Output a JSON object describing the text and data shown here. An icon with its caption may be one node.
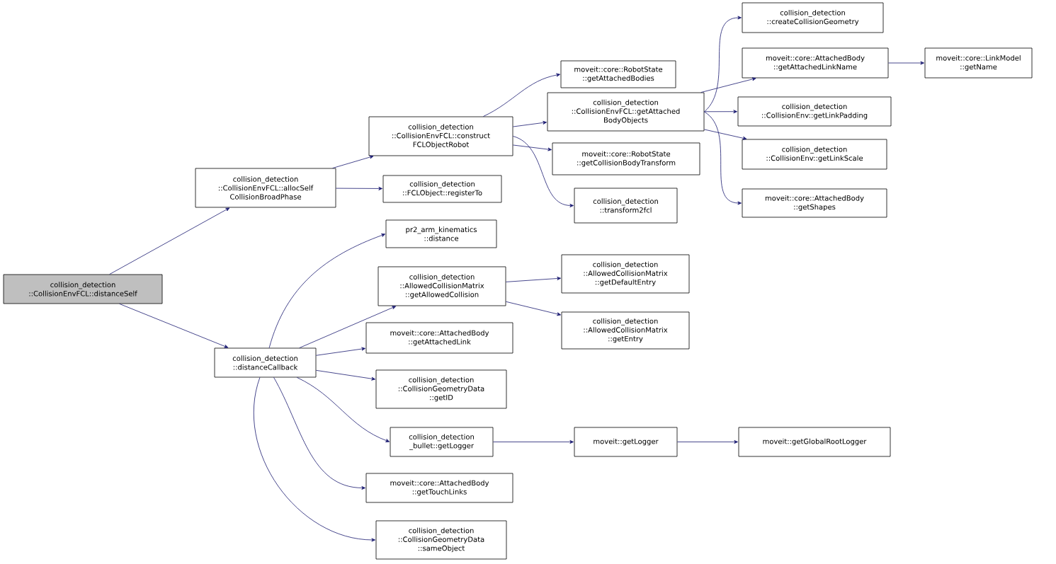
{
  "diagram": {
    "nodes": [
      {
        "text": [
          "collision_detection ::CollisionEnvFCL::distanceSelf"
        ]
      },
      {
        "text": [
          "collision_detection ::CollisionEnvFCL::allocSelf CollisionBroadPhase"
        ]
      },
      {
        "text": [
          "collision_detection ::distanceCallback"
        ]
      },
      {
        "text": [
          "collision_detection ::CollisionEnvFCL::construct FCLObjectRobot"
        ]
      },
      {
        "text": [
          "collision_detection ::FCLObject::registerTo"
        ]
      },
      {
        "text": [
          "moveit::core::RobotState ::getAttachedBodies"
        ]
      },
      {
        "text": [
          "collision_detection ::CollisionEnvFCL::getAttached BodyObjects"
        ]
      },
      {
        "text": [
          "moveit::core::RobotState ::getCollisionBodyTransform"
        ]
      },
      {
        "text": [
          "collision_detection ::transform2fcl"
        ]
      },
      {
        "text": [
          "collision_detection ::createCollisionGeometry"
        ]
      },
      {
        "text": [
          "moveit::core::AttachedBody ::getAttachedLinkName"
        ]
      },
      {
        "text": [
          "moveit::core::LinkModel ::getName"
        ]
      },
      {
        "text": [
          "collision_detection ::CollisionEnv::getLinkPadding"
        ]
      },
      {
        "text": [
          "collision_detection ::CollisionEnv::getLinkScale"
        ]
      },
      {
        "text": [
          "moveit::core::AttachedBody ::getShapes"
        ]
      },
      {
        "text": [
          "pr2_arm_kinematics ::distance"
        ]
      },
      {
        "text": [
          "collision_detection ::AllowedCollisionMatrix ::getAllowedCollision"
        ]
      },
      {
        "text": [
          "collision_detection ::AllowedCollisionMatrix ::getDefaultEntry"
        ]
      },
      {
        "text": [
          "collision_detection ::AllowedCollisionMatrix ::getEntry"
        ]
      },
      {
        "text": [
          "moveit::core::AttachedBody ::getAttachedLink"
        ]
      },
      {
        "text": [
          "collision_detection ::CollisionGeometryData ::getID"
        ]
      },
      {
        "text": [
          "collision_detection _bullet::getLogger"
        ]
      },
      {
        "text": [
          "moveit::getLogger"
        ]
      },
      {
        "text": [
          "moveit::getGlobalRootLogger"
        ]
      },
      {
        "text": [
          "moveit::core::AttachedBody ::getTouchLinks"
        ]
      },
      {
        "text": [
          "collision_detection ::CollisionGeometryData ::sameObject"
        ]
      }
    ],
    "edges": [
      {
        "from": 0,
        "to": 1,
        "arrow": "to"
      },
      {
        "from": 0,
        "to": 2,
        "arrow": "to"
      },
      {
        "from": 1,
        "to": 3,
        "arrow": "to"
      },
      {
        "from": 1,
        "to": 4,
        "arrow": "to"
      },
      {
        "from": 3,
        "to": 5,
        "arrow": "to"
      },
      {
        "from": 3,
        "to": 6,
        "arrow": "to"
      },
      {
        "from": 3,
        "to": 7,
        "arrow": "to"
      },
      {
        "from": 3,
        "to": 8,
        "arrow": "to"
      },
      {
        "from": 6,
        "to": 9,
        "arrow": "to"
      },
      {
        "from": 6,
        "to": 10,
        "arrow": "to"
      },
      {
        "from": 6,
        "to": 12,
        "arrow": "to"
      },
      {
        "from": 6,
        "to": 13,
        "arrow": "to"
      },
      {
        "from": 6,
        "to": 14,
        "arrow": "to"
      },
      {
        "from": 10,
        "to": 11,
        "arrow": "to"
      },
      {
        "from": 2,
        "to": 15,
        "arrow": "to"
      },
      {
        "from": 2,
        "to": 16,
        "arrow": "to"
      },
      {
        "from": 16,
        "to": 17,
        "arrow": "to"
      },
      {
        "from": 16,
        "to": 18,
        "arrow": "to"
      },
      {
        "from": 2,
        "to": 19,
        "arrow": "to"
      },
      {
        "from": 2,
        "to": 20,
        "arrow": "to"
      },
      {
        "from": 2,
        "to": 21,
        "arrow": "to"
      },
      {
        "from": 21,
        "to": 22,
        "arrow": "to"
      },
      {
        "from": 22,
        "to": 23,
        "arrow": "to"
      },
      {
        "from": 2,
        "to": 24,
        "arrow": "to"
      },
      {
        "from": 2,
        "to": 25,
        "arrow": "to"
      }
    ]
  }
}
